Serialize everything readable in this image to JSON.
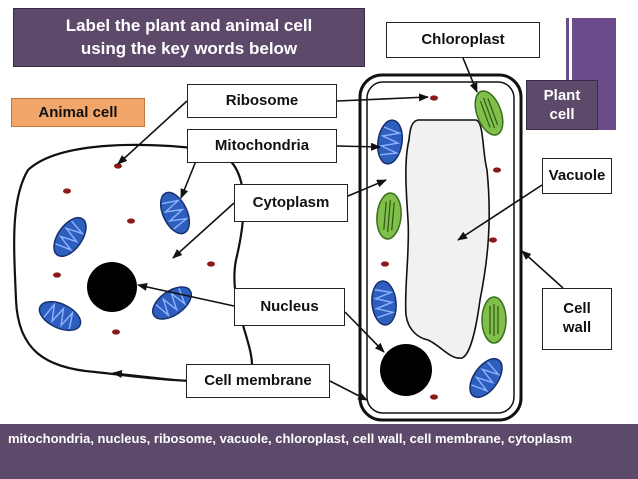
{
  "title": {
    "line1": "Label the plant and animal cell",
    "line2": "using the key words below"
  },
  "cell_tags": {
    "animal": "Animal cell",
    "plant_line1": "Plant",
    "plant_line2": "cell"
  },
  "labels": {
    "chloroplast": "Chloroplast",
    "ribosome": "Ribosome",
    "mitochondria": "Mitochondria",
    "cytoplasm": "Cytoplasm",
    "nucleus": "Nucleus",
    "cell_membrane": "Cell membrane",
    "vacuole": "Vacuole",
    "cell_wall_line1": "Cell",
    "cell_wall_line2": "wall"
  },
  "keywords": "mitochondria, nucleus, ribosome, vacuole, chloroplast, cell wall, cell membrane, cytoplasm",
  "colors": {
    "purple": "#5d4a6a",
    "accent_bar": "#6b4b8a",
    "orange": "#f3a66a",
    "mitochondria_blue": "#2e5fbf",
    "chloroplast_green": "#7fbf4a",
    "ribosome_red": "#8b1a1a"
  }
}
